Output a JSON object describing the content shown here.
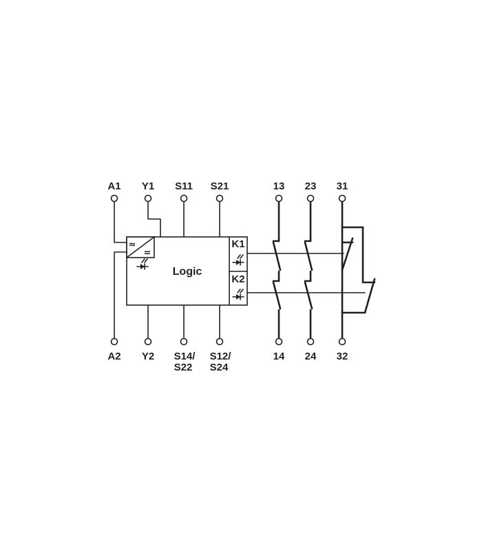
{
  "terminals": {
    "top": {
      "a1": "A1",
      "y1": "Y1",
      "s11": "S11",
      "s21": "S21",
      "t13": "13",
      "t23": "23",
      "t31": "31"
    },
    "bottom": {
      "a2": "A2",
      "y2": "Y2",
      "s14_l1": "S14/",
      "s14_l2": "S22",
      "s12_l1": "S12/",
      "s12_l2": "S24",
      "t14": "14",
      "t24": "24",
      "t32": "32"
    }
  },
  "logic_block": {
    "label": "Logic",
    "converter_ac": "≈",
    "converter_dc": "="
  },
  "relays": {
    "k1": "K1",
    "k2": "K2"
  }
}
